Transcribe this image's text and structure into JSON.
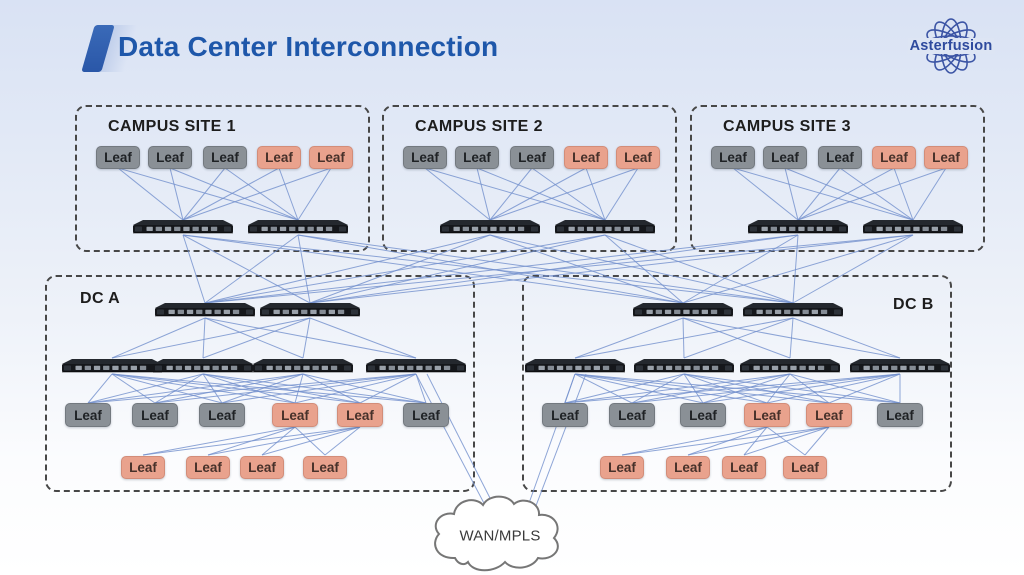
{
  "slide": {
    "title": "Data Center Interconnection",
    "logo_text": "Asterfusion",
    "cloud_label": "WAN/MPLS"
  },
  "leaf_label": "Leaf",
  "colors": {
    "leaf_gray": "#8a9096",
    "leaf_salmon": "#e9a28d",
    "line_blue": "#7390cd",
    "title_blue": "#1e57aa",
    "logo_blue": "#2e4a9e"
  },
  "sites": [
    {
      "name": "CAMPUS SITE 1",
      "kind": "campus",
      "leaves": [
        "gray",
        "gray",
        "gray",
        "salmon",
        "salmon"
      ],
      "switch_count": 2
    },
    {
      "name": "CAMPUS SITE 2",
      "kind": "campus",
      "leaves": [
        "gray",
        "gray",
        "gray",
        "salmon",
        "salmon"
      ],
      "switch_count": 2
    },
    {
      "name": "CAMPUS SITE 3",
      "kind": "campus",
      "leaves": [
        "gray",
        "gray",
        "gray",
        "salmon",
        "salmon"
      ],
      "switch_count": 2
    },
    {
      "name": "DC A",
      "kind": "dc",
      "spine_count": 2,
      "switch_count": 4,
      "leaves": [
        "gray",
        "gray",
        "gray",
        "salmon",
        "salmon",
        "gray"
      ],
      "sub_leaves": [
        "salmon",
        "salmon",
        "salmon",
        "salmon"
      ]
    },
    {
      "name": "DC B",
      "kind": "dc",
      "spine_count": 2,
      "switch_count": 4,
      "leaves": [
        "gray",
        "gray",
        "gray",
        "salmon",
        "salmon",
        "gray"
      ],
      "sub_leaves": [
        "salmon",
        "salmon",
        "salmon",
        "salmon"
      ]
    }
  ]
}
